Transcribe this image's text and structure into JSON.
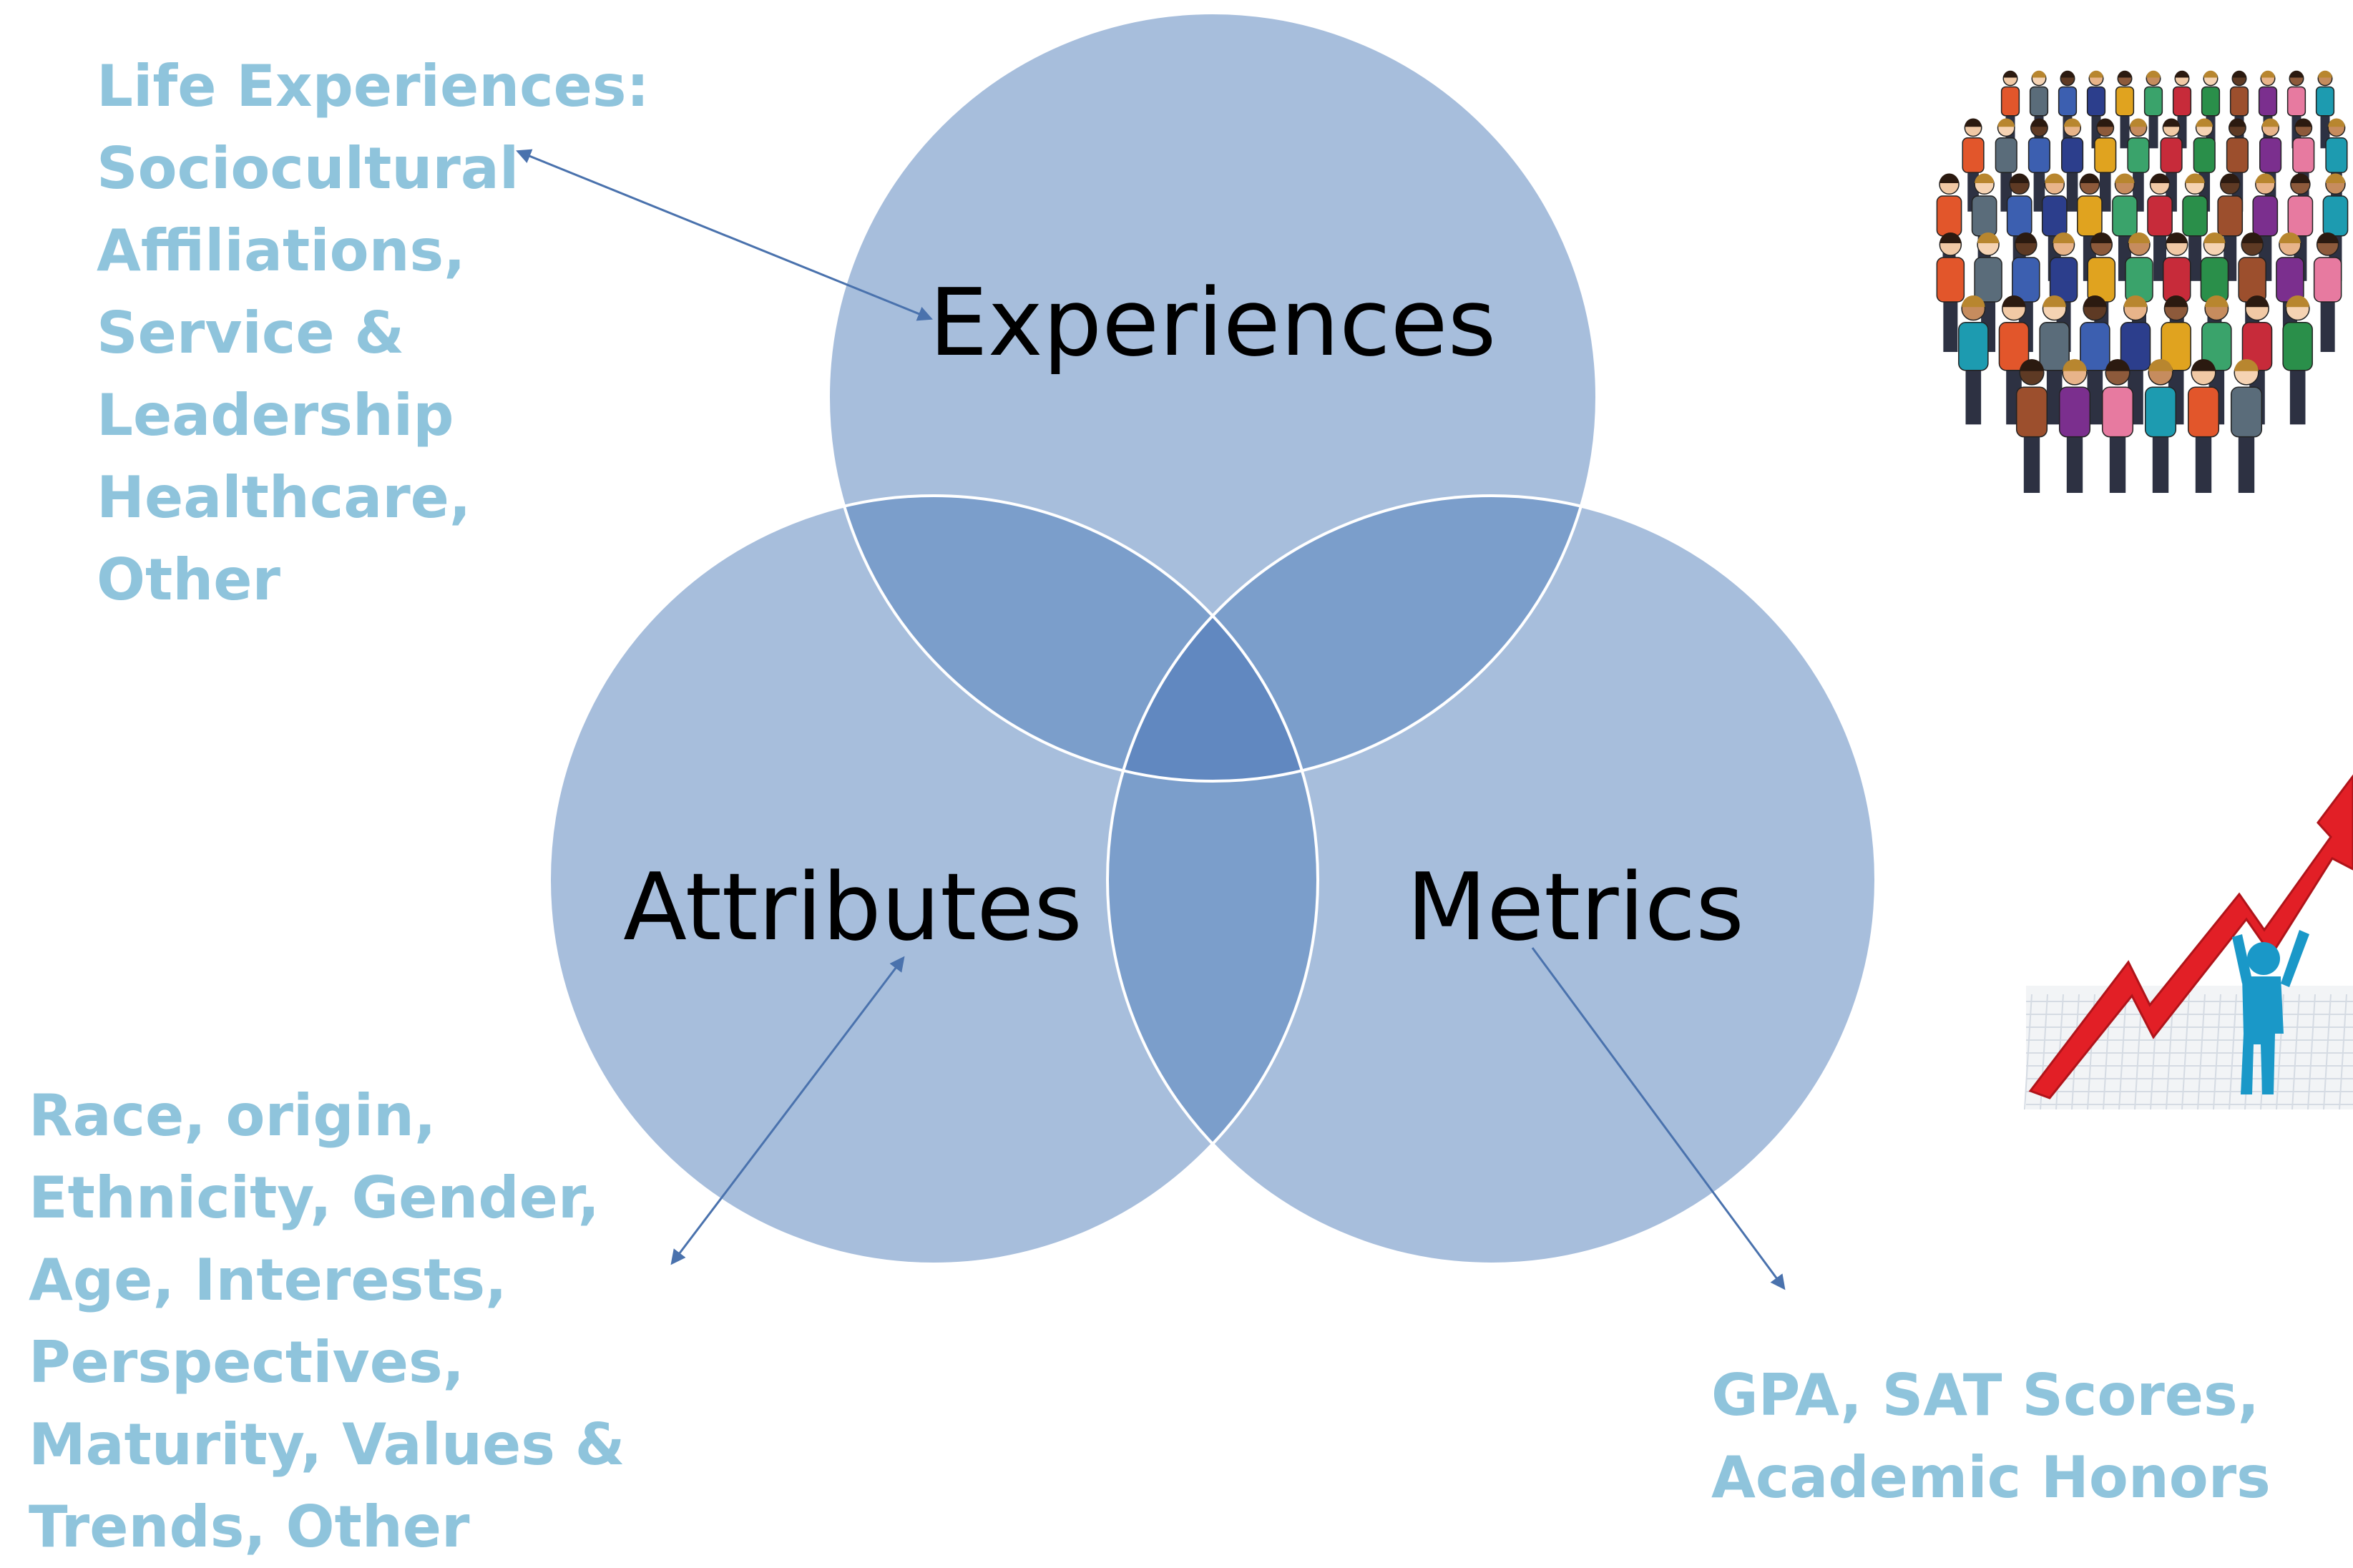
{
  "colors": {
    "circle_fill": "#a7bedc",
    "overlap_two": "#7b9ecb",
    "overlap_three": "#6188c0",
    "circle_outline": "#ffffff",
    "annotation_text": "#8fc4dc",
    "arrow": "#4a72ad",
    "circle_label": "#000000"
  },
  "circles": {
    "experiences": {
      "label": "Experiences"
    },
    "attributes": {
      "label": "Attributes"
    },
    "metrics": {
      "label": "Metrics"
    }
  },
  "annotations": {
    "experiences": {
      "lines": [
        "Life Experiences:",
        "Sociocultural",
        "Affiliations,",
        "Service &",
        "Leadership",
        "Healthcare,",
        "Other"
      ]
    },
    "attributes": {
      "lines": [
        "Race, origin,",
        "Ethnicity, Gender,",
        "Age, Interests,",
        "Perspectives,",
        "Maturity, Values &",
        "Trends, Other"
      ]
    },
    "metrics": {
      "lines": [
        "GPA, SAT Scores,",
        "Academic Honors"
      ]
    }
  },
  "images": {
    "crowd": {
      "icon": "crowd-of-people-illustration"
    },
    "growth": {
      "icon": "rising-graph-person-illustration"
    }
  }
}
